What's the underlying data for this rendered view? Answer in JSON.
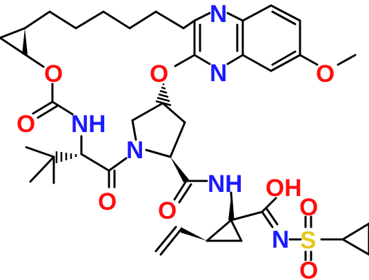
{
  "colors": {
    "bond": "#000000",
    "N": "#1a1aff",
    "O": "#ff0d0d",
    "S": "#e6c81e",
    "background": "#ffffff"
  },
  "atom_labels": [
    {
      "id": "n-quinox-top",
      "text": "N",
      "element": "N"
    },
    {
      "id": "n-quinox-bottom",
      "text": "N",
      "element": "N"
    },
    {
      "id": "o-methoxy",
      "text": "O",
      "element": "O"
    },
    {
      "id": "o-ring-ether",
      "text": "O",
      "element": "O"
    },
    {
      "id": "o-carbamate-ester",
      "text": "O",
      "element": "O"
    },
    {
      "id": "o-carbamate-carbonyl",
      "text": "O",
      "element": "O"
    },
    {
      "id": "nh-carbamate",
      "text": "NH",
      "element": "N"
    },
    {
      "id": "n-pyrrolidine",
      "text": "N",
      "element": "N"
    },
    {
      "id": "o-amide-left",
      "text": "O",
      "element": "O"
    },
    {
      "id": "nh-amide",
      "text": "NH",
      "element": "N"
    },
    {
      "id": "o-amide-right",
      "text": "O",
      "element": "O"
    },
    {
      "id": "oh-imidic",
      "text": "OH",
      "element": "O"
    },
    {
      "id": "n-sulfonyl",
      "text": "N",
      "element": "N"
    },
    {
      "id": "s-sulfonyl",
      "text": "S",
      "element": "S"
    },
    {
      "id": "o-sulfonyl-top",
      "text": "O",
      "element": "O"
    },
    {
      "id": "o-sulfonyl-bottom",
      "text": "O",
      "element": "O"
    }
  ]
}
